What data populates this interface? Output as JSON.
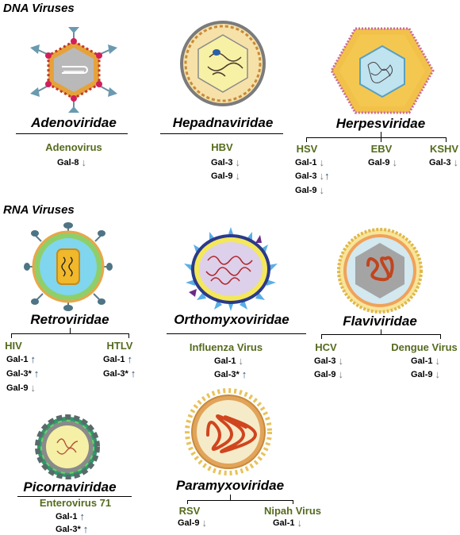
{
  "sections": {
    "dna": "DNA Viruses",
    "rna": "RNA Viruses"
  },
  "families": {
    "adenoviridae": {
      "name": "Adenoviridae",
      "viruses": [
        {
          "name": "Adenovirus",
          "gal": [
            {
              "label": "Gal-8",
              "dir": "down"
            }
          ]
        }
      ]
    },
    "hepadnaviridae": {
      "name": "Hepadnaviridae",
      "viruses": [
        {
          "name": "HBV",
          "gal": [
            {
              "label": "Gal-3",
              "dir": "down"
            },
            {
              "label": "Gal-9",
              "dir": "down"
            }
          ]
        }
      ]
    },
    "herpesviridae": {
      "name": "Herpesviridae",
      "viruses": [
        {
          "name": "HSV",
          "gal": [
            {
              "label": "Gal-1",
              "dir": "down"
            },
            {
              "label": "Gal-3",
              "dir": "down-up"
            },
            {
              "label": "Gal-9",
              "dir": "down"
            }
          ]
        },
        {
          "name": "EBV",
          "gal": [
            {
              "label": "Gal-9",
              "dir": "down"
            }
          ]
        },
        {
          "name": "KSHV",
          "gal": [
            {
              "label": "Gal-3",
              "dir": "down"
            }
          ]
        }
      ]
    },
    "retroviridae": {
      "name": "Retroviridae",
      "viruses": [
        {
          "name": "HIV",
          "gal": [
            {
              "label": "Gal-1",
              "dir": "up"
            },
            {
              "label": "Gal-3*",
              "dir": "up"
            },
            {
              "label": "Gal-9",
              "dir": "down"
            }
          ]
        },
        {
          "name": "HTLV",
          "gal": [
            {
              "label": "Gal-1",
              "dir": "up"
            },
            {
              "label": "Gal-3*",
              "dir": "up"
            }
          ]
        }
      ]
    },
    "orthomyxoviridae": {
      "name": "Orthomyxoviridae",
      "viruses": [
        {
          "name": "Influenza Virus",
          "gal": [
            {
              "label": "Gal-1",
              "dir": "down"
            },
            {
              "label": "Gal-3*",
              "dir": "up"
            }
          ]
        }
      ]
    },
    "flaviviridae": {
      "name": "Flaviviridae",
      "viruses": [
        {
          "name": "HCV",
          "gal": [
            {
              "label": "Gal-3",
              "dir": "down"
            },
            {
              "label": "Gal-9",
              "dir": "down"
            }
          ]
        },
        {
          "name": "Dengue Virus",
          "gal": [
            {
              "label": "Gal-1",
              "dir": "down"
            },
            {
              "label": "Gal-9",
              "dir": "down"
            }
          ]
        }
      ]
    },
    "picornaviridae": {
      "name": "Picornaviridae",
      "viruses": [
        {
          "name": "Enterovirus  71",
          "gal": [
            {
              "label": "Gal-1",
              "dir": "up"
            },
            {
              "label": "Gal-3*",
              "dir": "up"
            }
          ]
        }
      ]
    },
    "paramyxoviridae": {
      "name": "Paramyxoviridae",
      "viruses": [
        {
          "name": "RSV",
          "gal": [
            {
              "label": "Gal-9",
              "dir": "down"
            }
          ]
        },
        {
          "name": "Nipah Virus",
          "gal": [
            {
              "label": "Gal-1",
              "dir": "down"
            }
          ]
        }
      ]
    }
  },
  "arrow_glyphs": {
    "down": "↓",
    "up": "↑"
  },
  "colors": {
    "virus_name": "#556b1d",
    "arrow_down": "#7b7b7b",
    "arrow_up": "#2e4f6f"
  }
}
